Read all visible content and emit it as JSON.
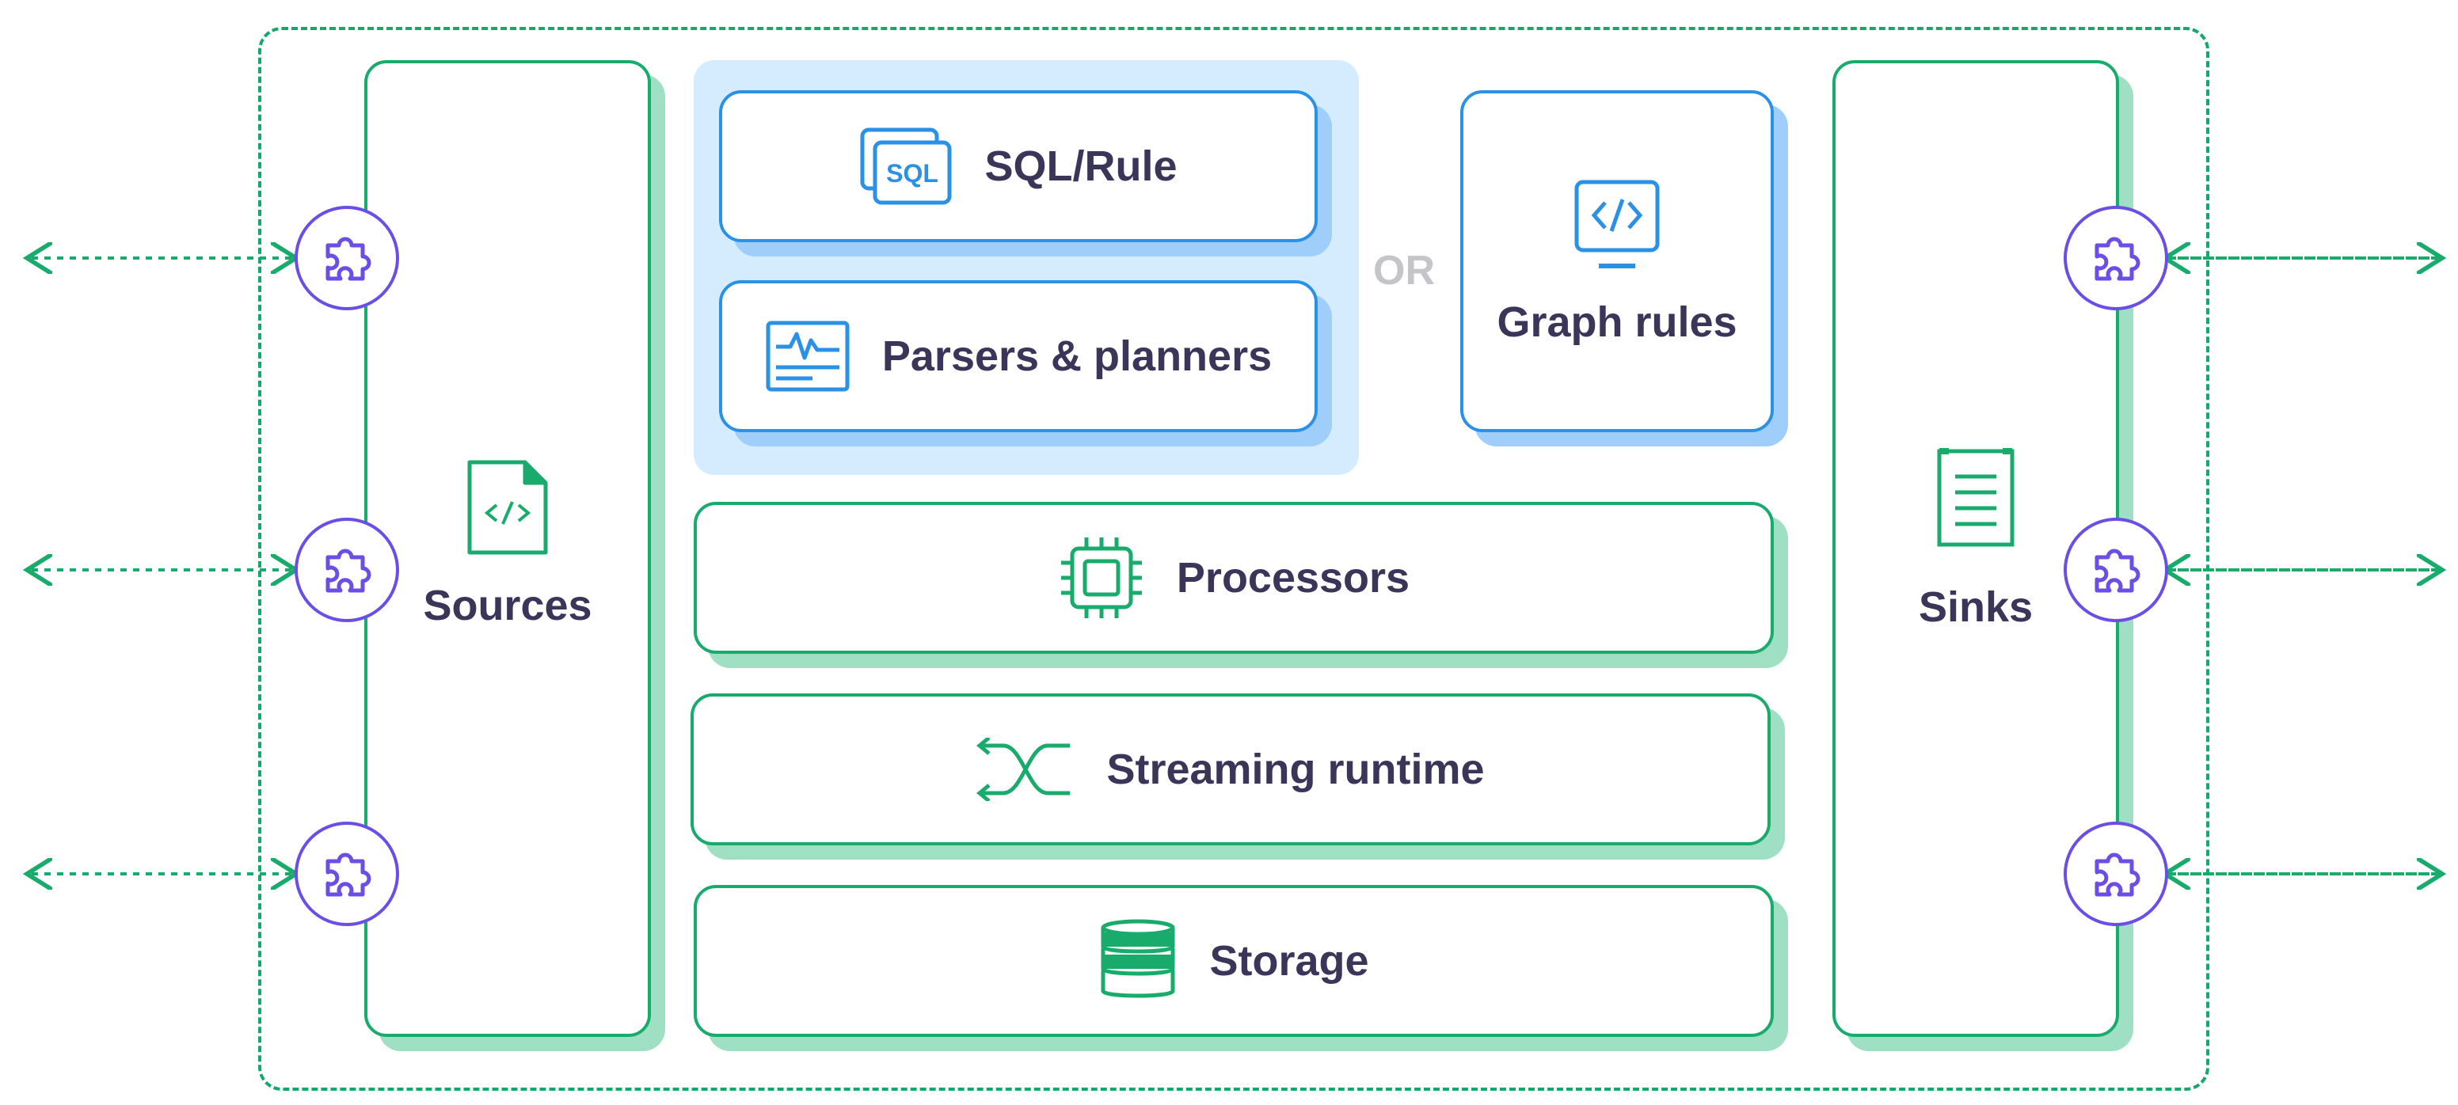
{
  "diagram": {
    "separator": "OR",
    "sources": {
      "label": "Sources",
      "icon": "code-file-icon"
    },
    "sinks": {
      "label": "Sinks",
      "icon": "document-list-icon"
    },
    "sql_rule": {
      "label": "SQL/Rule",
      "icon": "sql-icon"
    },
    "parsers": {
      "label": "Parsers & planners",
      "icon": "monitor-pulse-icon"
    },
    "graph_rules": {
      "label": "Graph rules",
      "icon": "code-monitor-icon"
    },
    "processors": {
      "label": "Processors",
      "icon": "cpu-chip-icon"
    },
    "streaming": {
      "label": "Streaming runtime",
      "icon": "shuffle-arrows-icon"
    },
    "storage": {
      "label": "Storage",
      "icon": "database-icon"
    },
    "plugin_icon": "puzzle-icon"
  },
  "colors": {
    "green": "#19ab6c",
    "green_shadow": "#9fdfc3",
    "blue": "#2a91e6",
    "blue_shadow": "#9fcefb",
    "blue_group": "#d4ecfd",
    "purple": "#6a4ee6",
    "text": "#3a3559",
    "muted": "#c4c4c9"
  }
}
